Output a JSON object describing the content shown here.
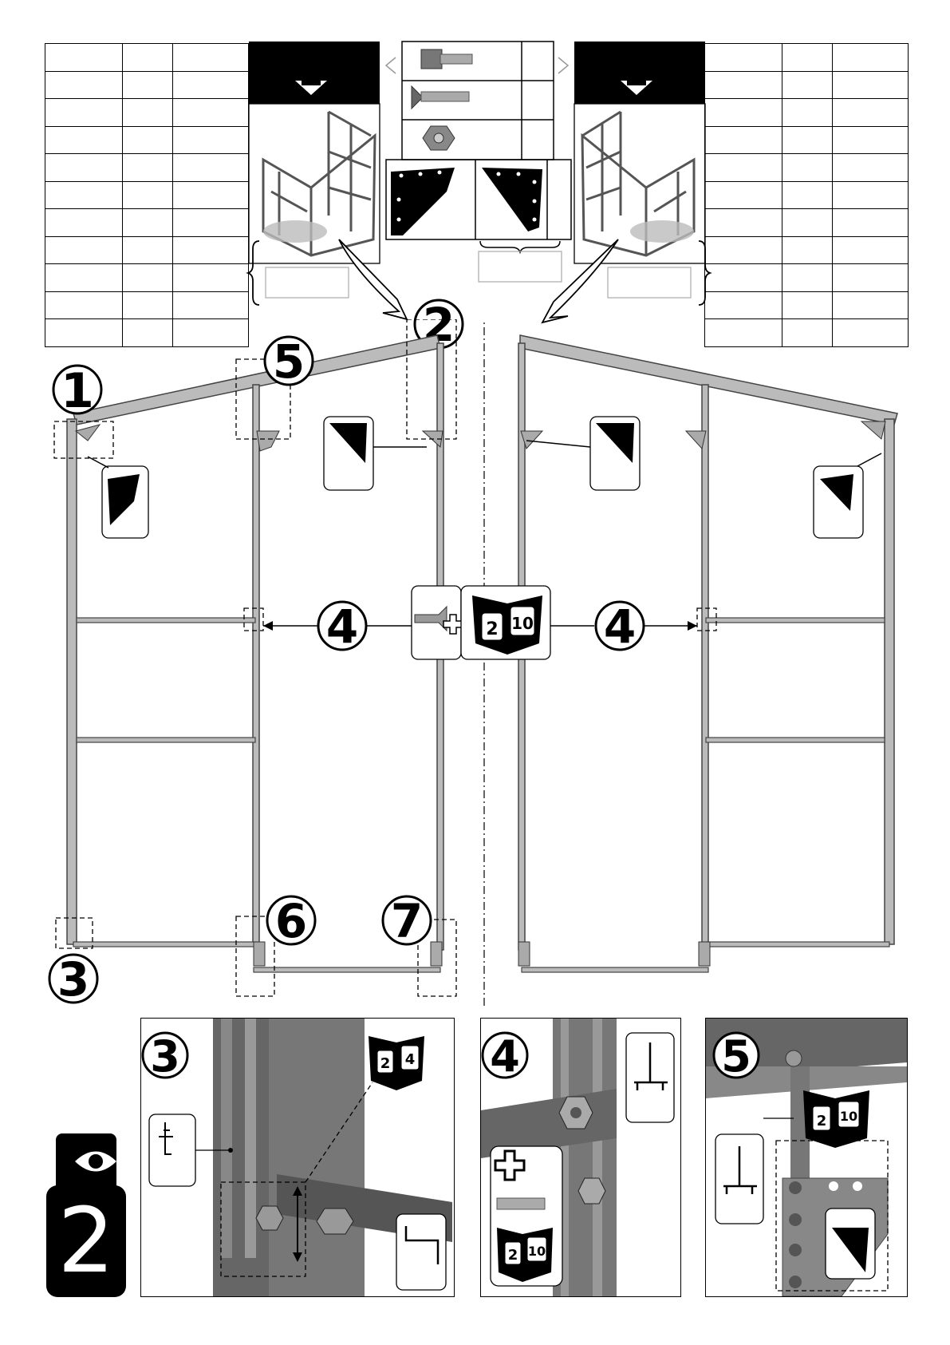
{
  "page": {
    "number": "2"
  },
  "steps": {
    "s1": "1",
    "s2": "2",
    "s3": "3",
    "s4": "4",
    "s5": "5",
    "s6": "6",
    "s7": "7"
  },
  "details": {
    "d3": {
      "label": "3",
      "ref_a": "2",
      "ref_b": "4"
    },
    "d4": {
      "label": "4",
      "ref_a": "2",
      "ref_b": "10"
    },
    "d5": {
      "label": "5",
      "ref_a": "2",
      "ref_b": "10"
    }
  },
  "center_ref": {
    "ref_a": "2",
    "ref_b": "10"
  },
  "icons": [
    "bolt-icon",
    "t-bolt-icon",
    "nut-icon",
    "corner-bracket-icon",
    "book-reference-icon",
    "eye-icon",
    "plus-icon"
  ]
}
